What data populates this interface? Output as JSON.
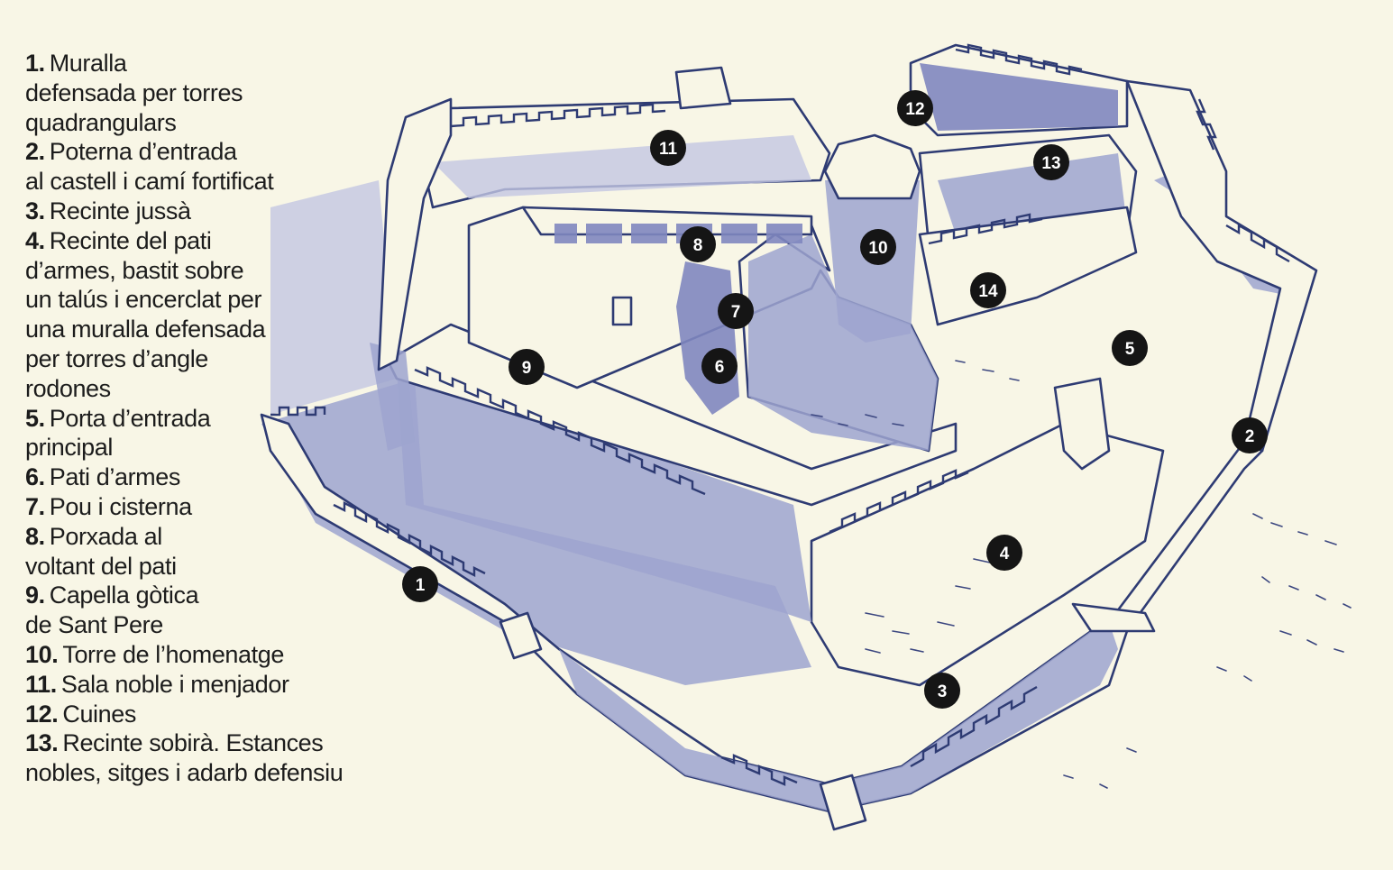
{
  "legend": [
    {
      "num": "1.",
      "lines": [
        "Muralla",
        "defensada per torres",
        "quadrangulars"
      ]
    },
    {
      "num": "2.",
      "lines": [
        "Poterna d’entrada",
        "al castell i camí fortificat"
      ]
    },
    {
      "num": "3.",
      "lines": [
        "Recinte jussà"
      ]
    },
    {
      "num": "4.",
      "lines": [
        "Recinte del pati",
        "d’armes, bastit sobre",
        "un talús i encerclat per",
        "una muralla defensada",
        "per torres d’angle",
        "rodones"
      ]
    },
    {
      "num": "5.",
      "lines": [
        "Porta d’entrada",
        "principal"
      ]
    },
    {
      "num": "6.",
      "lines": [
        "Pati d’armes"
      ]
    },
    {
      "num": "7.",
      "lines": [
        "Pou i cisterna"
      ]
    },
    {
      "num": "8.",
      "lines": [
        "Porxada al",
        "voltant del pati"
      ]
    },
    {
      "num": "9.",
      "lines": [
        "Capella gòtica",
        "de Sant Pere"
      ]
    },
    {
      "num": "10.",
      "lines": [
        "Torre de l’homenatge"
      ]
    },
    {
      "num": "11.",
      "lines": [
        "Sala noble i menjador"
      ]
    },
    {
      "num": "12.",
      "lines": [
        "Cuines"
      ]
    },
    {
      "num": "13.",
      "lines": [
        "Recinte sobirà. Estances",
        "nobles, sitges i adarb defensiu"
      ]
    }
  ],
  "markers": [
    "1",
    "2",
    "3",
    "4",
    "5",
    "6",
    "7",
    "8",
    "9",
    "10",
    "11",
    "12",
    "13",
    "14"
  ],
  "colors": {
    "background": "#f8f6e6",
    "stone_shade": "#9ea5cf",
    "outline": "#2e3b73",
    "marker": "#151515"
  }
}
